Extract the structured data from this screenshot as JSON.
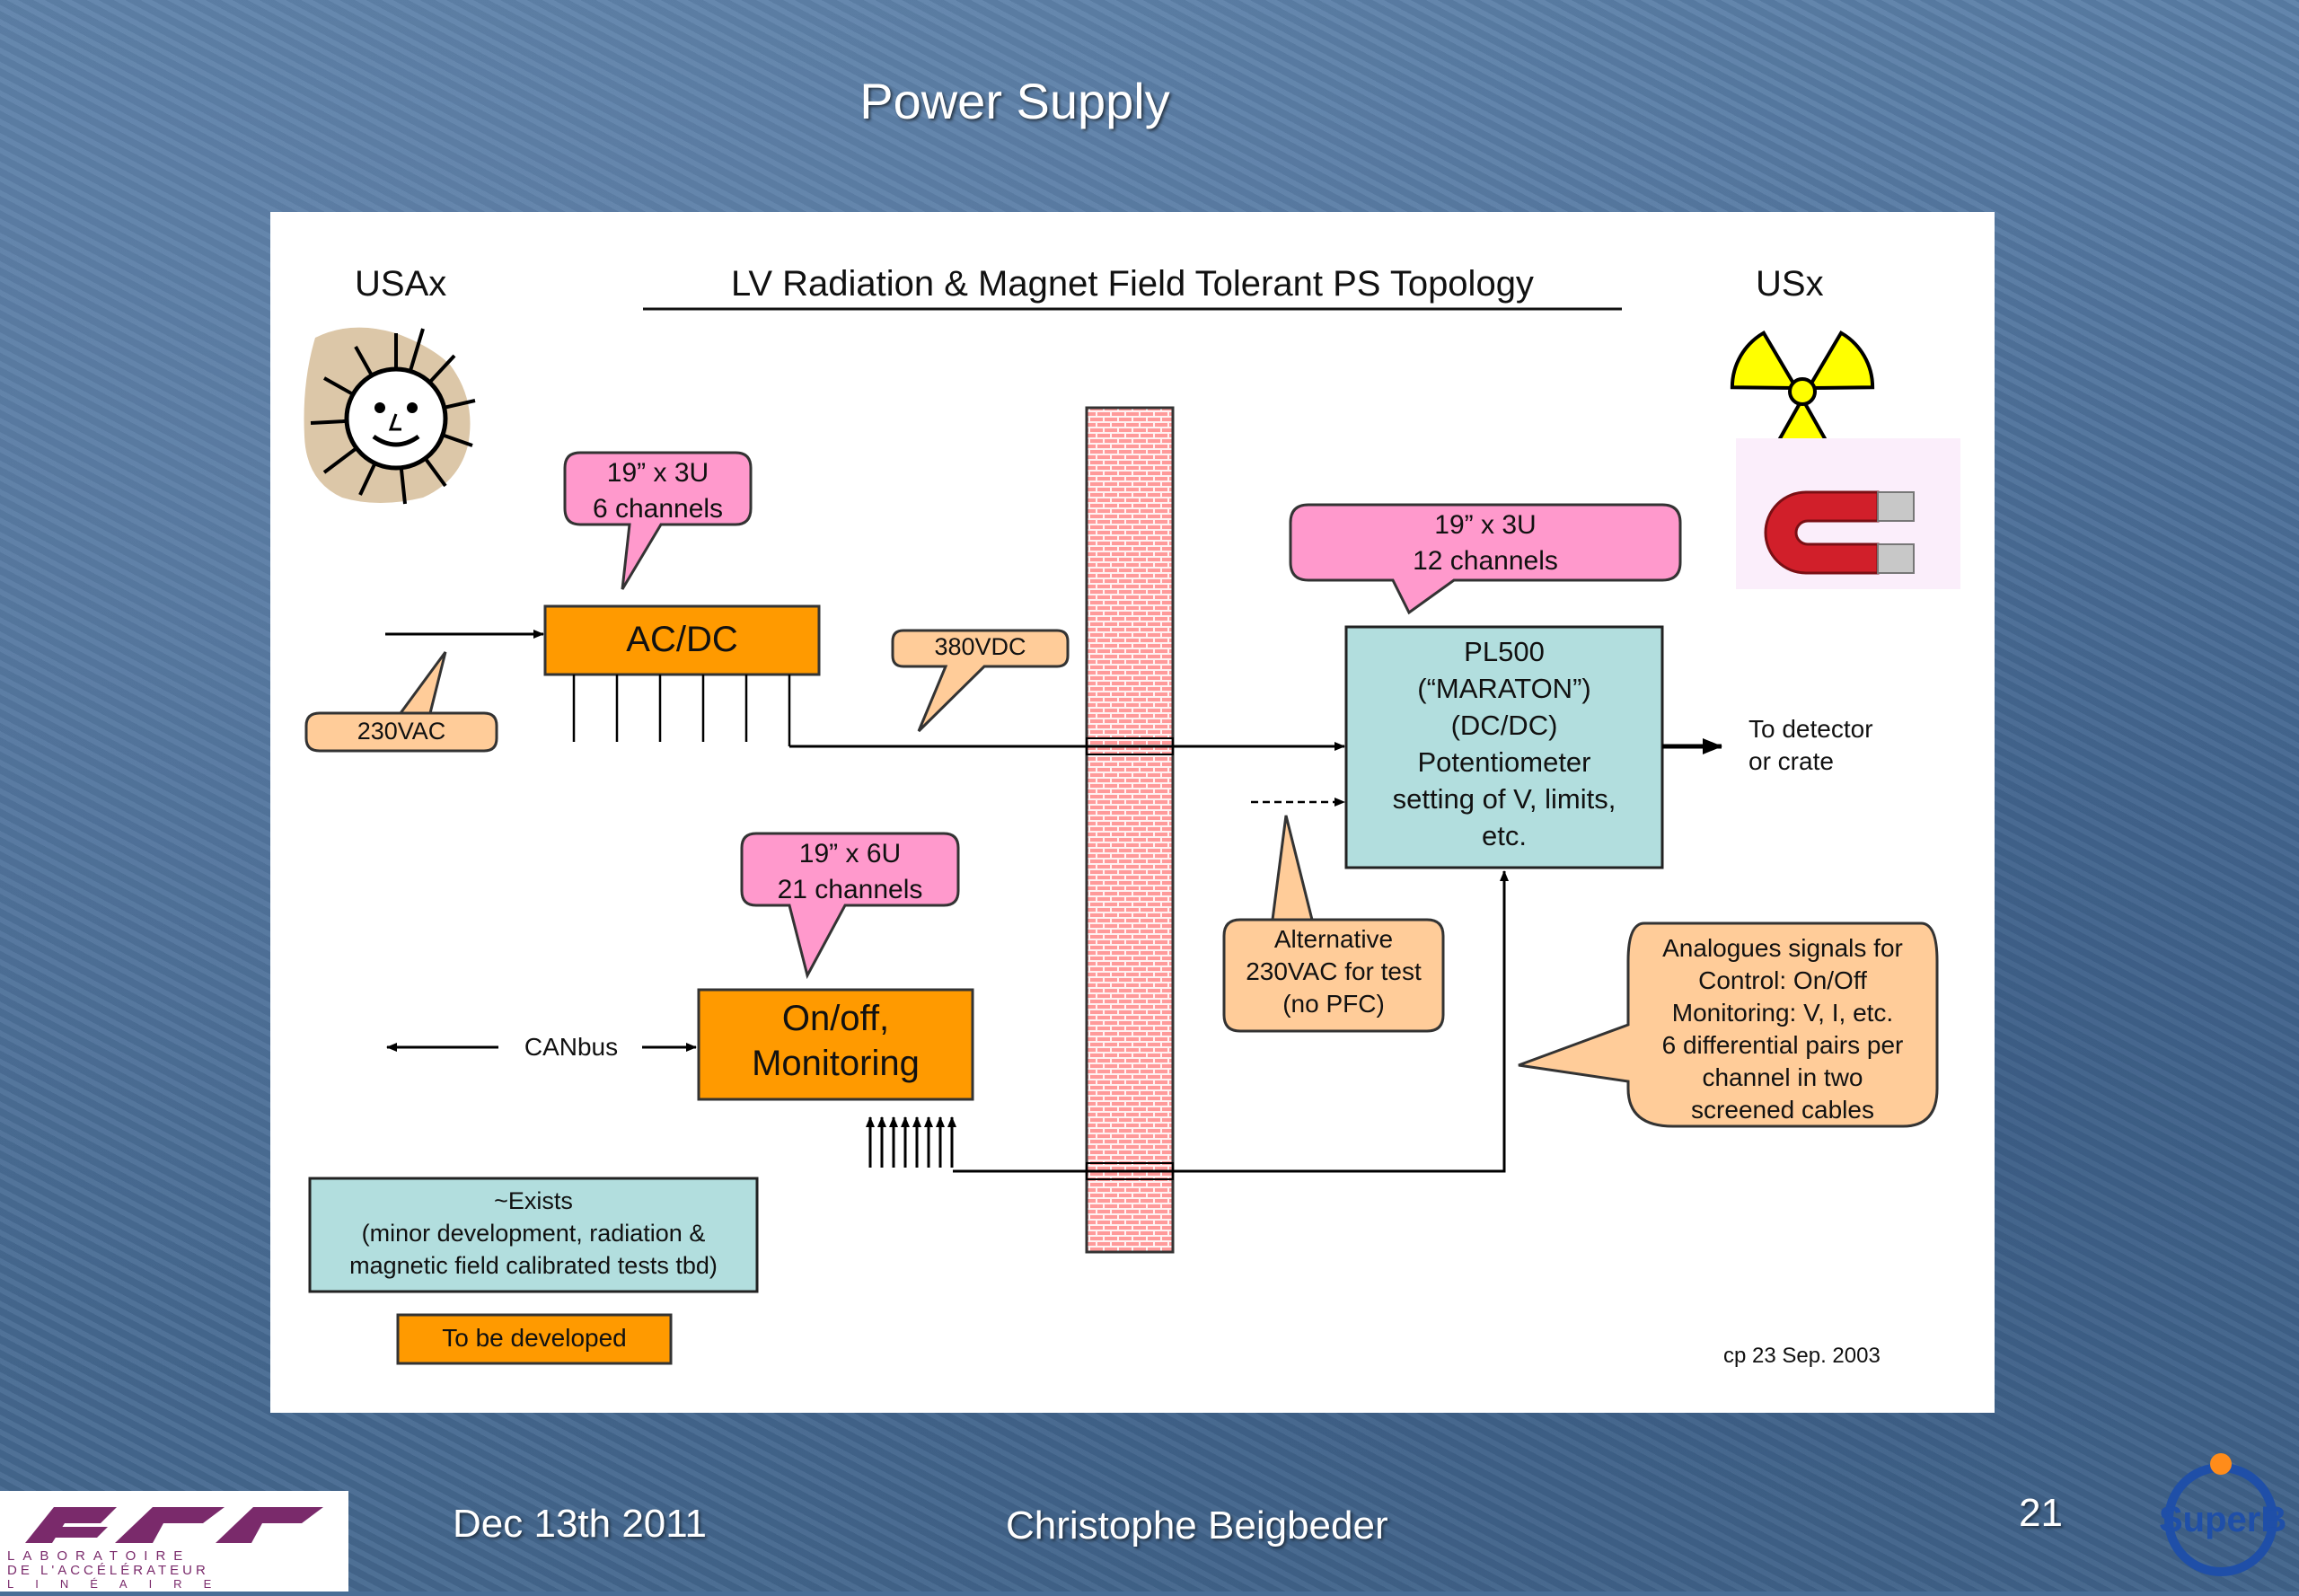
{
  "slide": {
    "title": "Power Supply",
    "date": "Dec 13th  2011",
    "author": "Christophe Beigbeder",
    "page_number": "21",
    "logo_left_text": [
      "LABORATOIRE",
      "DE L'ACCÉLÉRATEUR",
      "LINÉAIRE"
    ],
    "logo_right_text": "SuperB"
  },
  "diagram": {
    "heading": "LV Radiation & Magnet Field Tolerant PS Topology",
    "left_zone": "USAx",
    "right_zone": "USx",
    "acdc_callout": [
      "19” x 3U",
      "6 channels"
    ],
    "acdc_box": "AC/DC",
    "input_230": "230VAC",
    "label_380": "380VDC",
    "pl500_callout": [
      "19” x 3U",
      "12 channels"
    ],
    "pl500_box": [
      "PL500",
      "(“MARATON”)",
      "(DC/DC)",
      "Potentiometer",
      "setting of V, limits,",
      "etc."
    ],
    "to_detector": [
      "To detector",
      "or crate"
    ],
    "mon_callout": [
      "19” x 6U",
      "21 channels"
    ],
    "mon_box": [
      "On/off,",
      "Monitoring"
    ],
    "canbus": "CANbus",
    "alt_callout": [
      "Alternative",
      "230VAC for test",
      "(no PFC)"
    ],
    "analog_callout": [
      "Analogues signals for",
      "Control: On/Off",
      "Monitoring: V, I, etc.",
      "6 differential pairs per",
      "channel in two",
      "screened cables"
    ],
    "legend_exists": [
      "~Exists",
      "(minor development, radiation &",
      "magnetic field calibrated tests tbd)"
    ],
    "legend_develop": "To be developed",
    "credit": "cp 23 Sep. 2003"
  },
  "colors": {
    "orange_box": "#ff9a00",
    "teal_box": "#b2dede",
    "pink_callout": "#ff99cc",
    "peach_callout": "#ffcc99",
    "wall": "#ff9a9a",
    "background": "#4a6e96"
  },
  "icons": {
    "sun": "sun-icon",
    "radiation": "radiation-icon",
    "magnet": "magnet-icon",
    "wall": "brick-wall"
  }
}
